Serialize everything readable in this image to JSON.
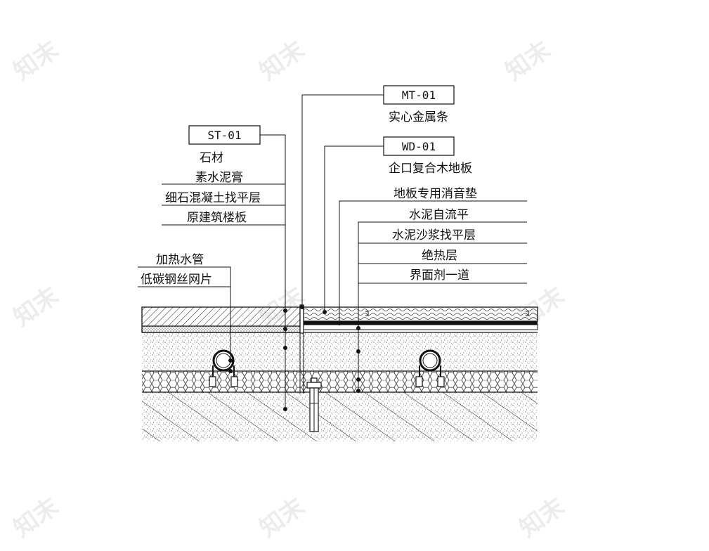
{
  "watermark": "知末",
  "tags": {
    "stone": "ST-01",
    "metal": "MT-01",
    "wood": "WD-01"
  },
  "labels": {
    "metal_strip": "实心金属条",
    "wood_floor": "企口复合木地板",
    "stone": "石材",
    "cement_paste": "素水泥膏",
    "fine_concrete": "细石混凝土找平层",
    "slab": "原建筑楼板",
    "heating_pipe": "加热水管",
    "wire_mesh": "低碳钢丝网片",
    "underlay": "地板专用消音垫",
    "self_level": "水泥自流平",
    "mortar": "水泥沙浆找平层",
    "insulation": "绝热层",
    "interface": "界面剂一道"
  }
}
